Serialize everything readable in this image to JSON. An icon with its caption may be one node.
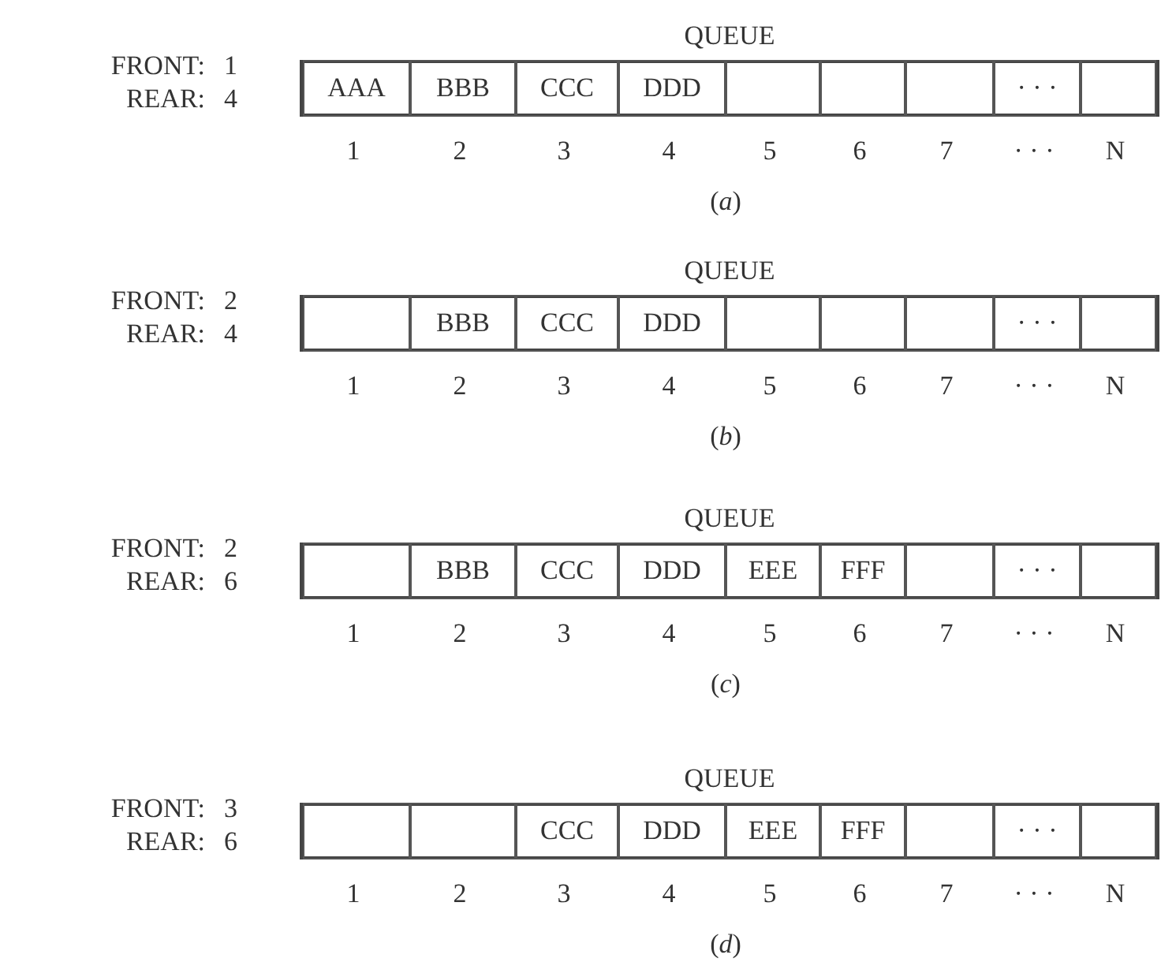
{
  "diagram": {
    "nodes": [
      {
        "text": [
          "QUEUE"
        ]
      },
      {
        "text": [
          "AAA"
        ],
        "in": 0,
        "beside": [
          "1"
        ]
      },
      {
        "text": [
          "BBB"
        ],
        "in": 0,
        "beside": [
          "2"
        ]
      },
      {
        "text": [
          "CCC"
        ],
        "in": 0,
        "beside": [
          "3"
        ]
      },
      {
        "text": [
          "DDD"
        ],
        "in": 0,
        "beside": [
          "4"
        ]
      },
      {
        "text": [],
        "shape": "box",
        "in": 0,
        "beside": [
          "5"
        ]
      },
      {
        "text": [],
        "shape": "box",
        "in": 0,
        "beside": [
          "6"
        ]
      },
      {
        "text": [],
        "shape": "box",
        "in": 0,
        "beside": [
          "7"
        ]
      },
      {
        "text": [
          "· · ·"
        ],
        "in": 0,
        "beside": [
          "· · ·"
        ]
      },
      {
        "text": [],
        "shape": "box",
        "in": 0,
        "beside": [
          "N"
        ]
      },
      {
        "text": [
          "QUEUE"
        ]
      },
      {
        "text": [],
        "shape": "box",
        "in": 10,
        "beside": [
          "1"
        ]
      },
      {
        "text": [
          "BBB"
        ],
        "in": 10,
        "beside": [
          "2"
        ]
      },
      {
        "text": [
          "CCC"
        ],
        "in": 10,
        "beside": [
          "3"
        ]
      },
      {
        "text": [
          "DDD"
        ],
        "in": 10,
        "beside": [
          "4"
        ]
      },
      {
        "text": [],
        "shape": "box",
        "in": 10,
        "beside": [
          "5"
        ]
      },
      {
        "text": [],
        "shape": "box",
        "in": 10,
        "beside": [
          "6"
        ]
      },
      {
        "text": [],
        "shape": "box",
        "in": 10,
        "beside": [
          "7"
        ]
      },
      {
        "text": [
          "· · ·"
        ],
        "in": 10,
        "beside": [
          "· · ·"
        ]
      },
      {
        "text": [],
        "shape": "box",
        "in": 10,
        "beside": [
          "N"
        ]
      },
      {
        "text": [
          "QUEUE"
        ]
      },
      {
        "text": [],
        "shape": "box",
        "in": 20,
        "beside": [
          "1"
        ]
      },
      {
        "text": [
          "BBB"
        ],
        "in": 20,
        "beside": [
          "2"
        ]
      },
      {
        "text": [
          "CCC"
        ],
        "in": 20,
        "beside": [
          "3"
        ]
      },
      {
        "text": [
          "DDD"
        ],
        "in": 20,
        "beside": [
          "4"
        ]
      },
      {
        "text": [
          "EEE"
        ],
        "in": 20,
        "beside": [
          "5"
        ]
      },
      {
        "text": [
          "FFF"
        ],
        "in": 20,
        "beside": [
          "6"
        ]
      },
      {
        "text": [],
        "shape": "box",
        "in": 20,
        "beside": [
          "7"
        ]
      },
      {
        "text": [
          "· · ·"
        ],
        "in": 20,
        "beside": [
          "· · ·"
        ]
      },
      {
        "text": [],
        "shape": "box",
        "in": 20,
        "beside": [
          "N"
        ]
      },
      {
        "text": [
          "QUEUE"
        ]
      },
      {
        "text": [],
        "shape": "box",
        "in": 30,
        "beside": [
          "1"
        ]
      },
      {
        "text": [],
        "shape": "box",
        "in": 30,
        "beside": [
          "2"
        ]
      },
      {
        "text": [
          "CCC"
        ],
        "in": 30,
        "beside": [
          "3"
        ]
      },
      {
        "text": [
          "DDD"
        ],
        "in": 30,
        "beside": [
          "4"
        ]
      },
      {
        "text": [
          "EEE"
        ],
        "in": 30,
        "beside": [
          "5"
        ]
      },
      {
        "text": [
          "FFF"
        ],
        "in": 30,
        "beside": [
          "6"
        ]
      },
      {
        "text": [],
        "shape": "box",
        "in": 30,
        "beside": [
          "7"
        ]
      },
      {
        "text": [
          "· · ·"
        ],
        "in": 30,
        "beside": [
          "· · ·"
        ]
      },
      {
        "text": [],
        "shape": "box",
        "in": 30,
        "beside": [
          "N"
        ]
      }
    ],
    "labels": [
      "FRONT:",
      "1",
      "REAR:",
      "4",
      "(*a*)",
      "FRONT:",
      "2",
      "REAR:",
      "4",
      "(*b*)",
      "FRONT:",
      "2",
      "REAR:",
      "6",
      "(*c*)",
      "FRONT:",
      "3",
      "REAR:",
      "6",
      "(*d*)"
    ]
  }
}
